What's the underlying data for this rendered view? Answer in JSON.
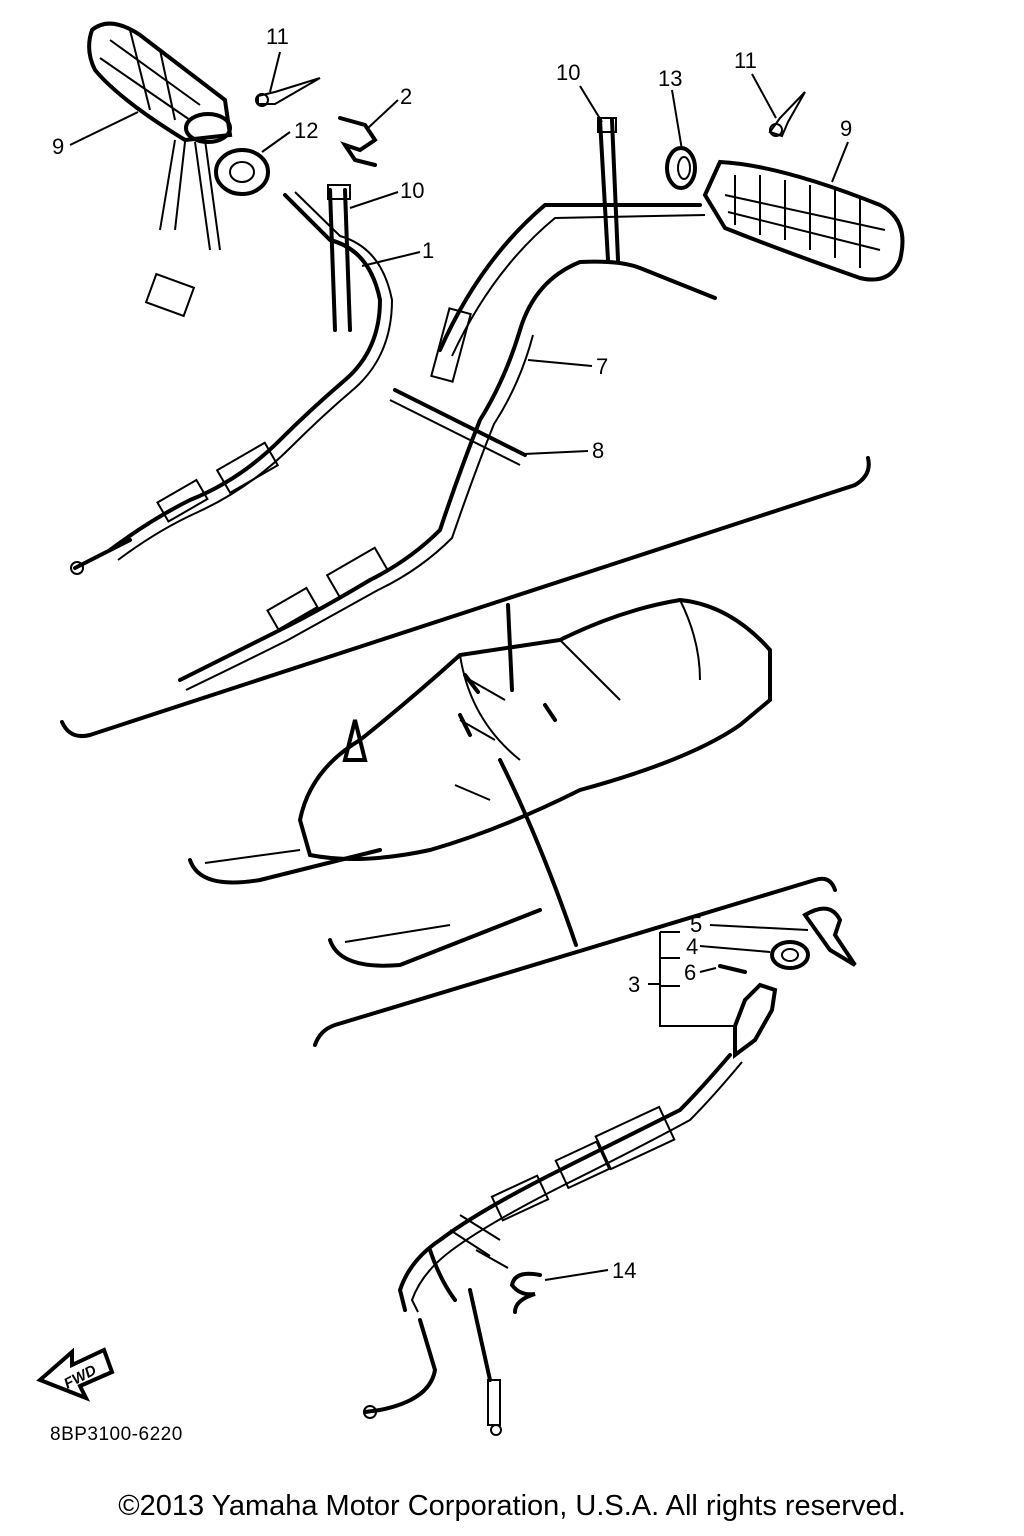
{
  "callouts": {
    "c1": "1",
    "c2": "2",
    "c3": "3",
    "c4": "4",
    "c5": "5",
    "c6": "6",
    "c7": "7",
    "c8": "8",
    "c9_left": "9",
    "c9_right": "9",
    "c10_top": "10",
    "c10_mid": "10",
    "c11_left": "11",
    "c11_right": "11",
    "c12": "12",
    "c13": "13",
    "c14": "14"
  },
  "fwd_label": "FWD",
  "diagram_code": "8BP3100-6220",
  "copyright": "©2013 Yamaha Motor Corporation, U.S.A. All rights reserved."
}
